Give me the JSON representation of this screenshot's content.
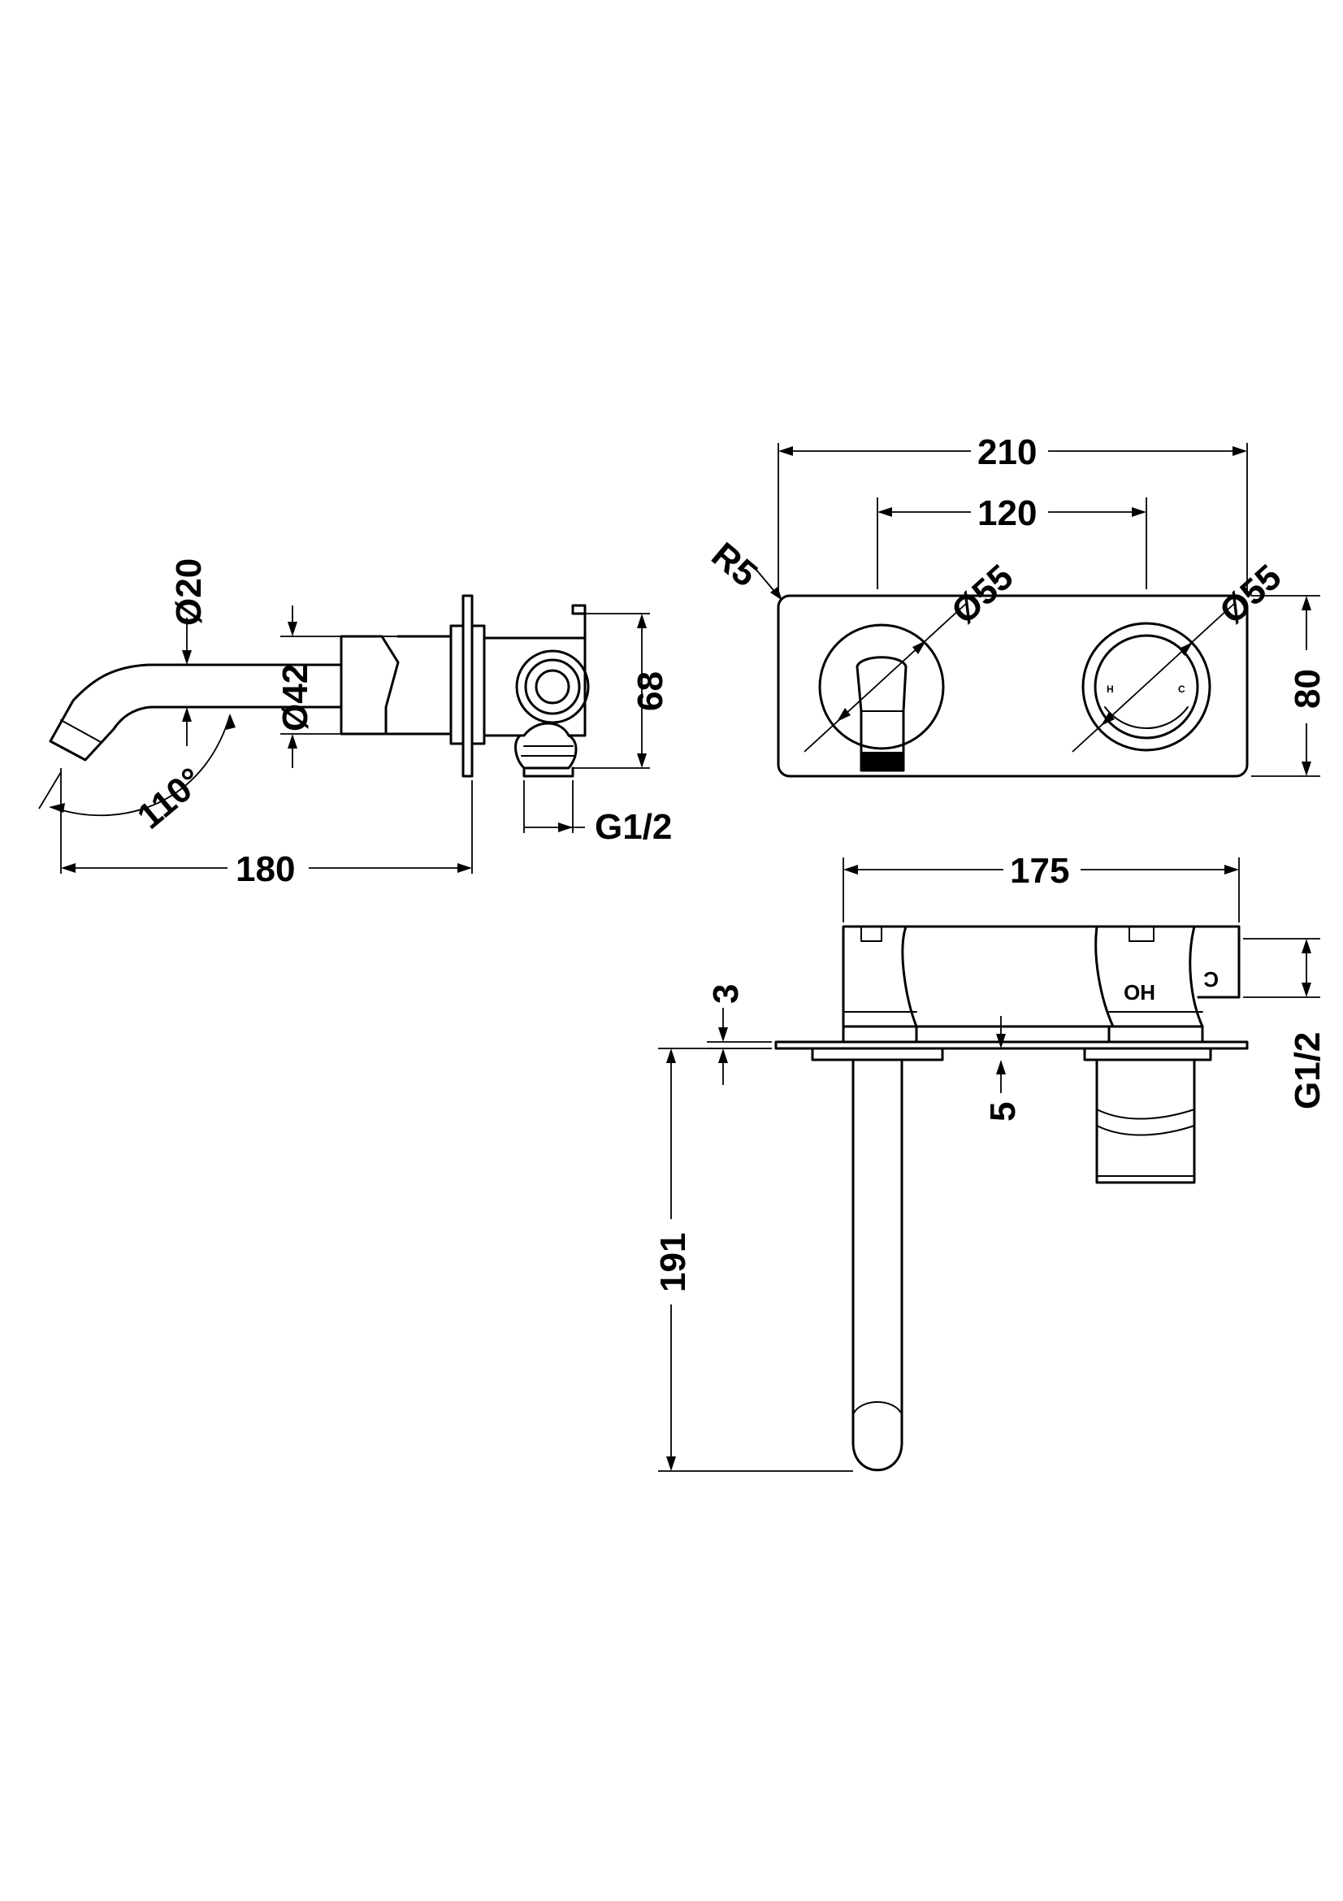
{
  "dimensions": {
    "side_view": {
      "spout_diameter": "Ø20",
      "body_diameter": "Ø42",
      "body_height": "68",
      "spout_angle": "110°",
      "projection": "180",
      "inlet_thread": "G1/2"
    },
    "front_view": {
      "plate_width": "210",
      "handle_centres": "120",
      "corner_radius": "R5",
      "spout_rose_diameter": "Ø55",
      "handle_rose_diameter": "Ø55",
      "plate_height": "80",
      "handle_marks": {
        "hot": "H",
        "cold": "C"
      }
    },
    "top_view": {
      "body_length": "175",
      "plate_thickness": "3",
      "rose_thickness": "5",
      "spout_length": "191",
      "inlet_thread": "G1/2",
      "body_marks": {
        "hot_cold": "HO",
        "cold": "C"
      }
    }
  }
}
